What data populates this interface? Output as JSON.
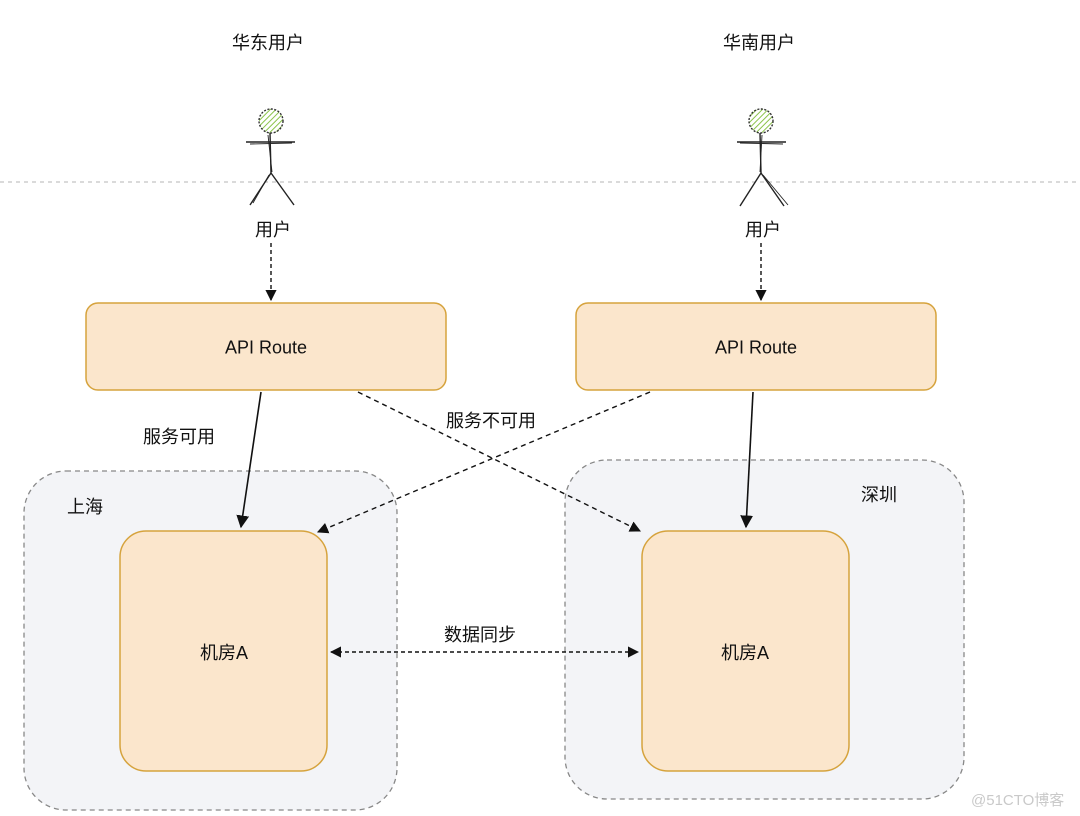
{
  "users": {
    "east_title": "华东用户",
    "south_title": "华南用户",
    "east_actor": "用户",
    "south_actor": "用户"
  },
  "routes": {
    "left": "API Route",
    "right": "API Route"
  },
  "regions": {
    "shanghai": "上海",
    "shenzhen": "深圳"
  },
  "rooms": {
    "left": "机房A",
    "right": "机房A"
  },
  "edges": {
    "available": "服务可用",
    "unavailable": "服务不可用",
    "sync": "数据同步"
  },
  "watermark": "@51CTO博客",
  "colors": {
    "node_fill": "#fbe6cc",
    "node_stroke": "#d6a33d",
    "region_fill": "#f3f4f7",
    "region_stroke": "#888888",
    "actor_head": "#9ccc65"
  }
}
